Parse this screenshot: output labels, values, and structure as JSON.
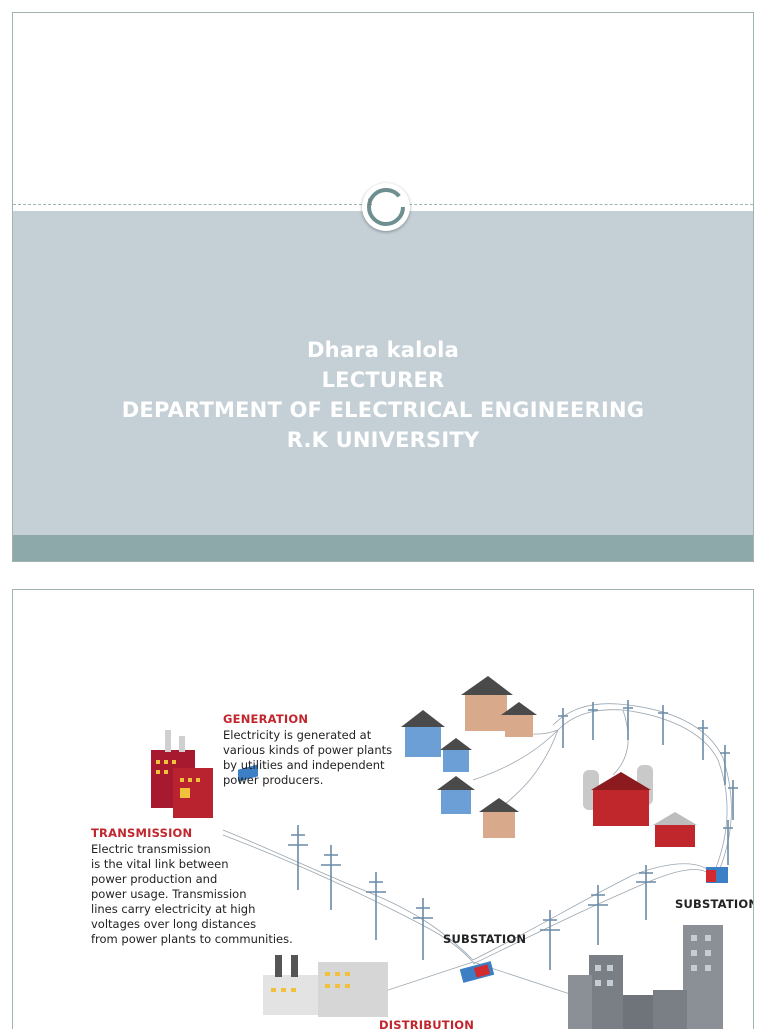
{
  "slide1": {
    "slide_number": "1",
    "lines": [
      "Dhara kalola",
      "LECTURER",
      "DEPARTMENT OF ELECTRICAL ENGINEERING",
      "R.K UNIVERSITY"
    ]
  },
  "slide2": {
    "generation": {
      "title": "GENERATION",
      "body": "Electricity is generated at\nvarious kinds of power plants\nby utilities and independent\npower producers."
    },
    "transmission": {
      "title": "TRANSMISSION",
      "body": "Electric transmission\nis the vital link between\npower production and\npower usage. Transmission\nlines carry electricity at high\nvoltages over long distances\nfrom power plants to communities."
    },
    "substation_right": "SUBSTATION",
    "substation_center": "SUBSTATION",
    "distribution": "DISTRIBUTION"
  },
  "colors": {
    "accent_red": "#c0272d",
    "band": "#c4d0d6",
    "footer": "#8ea9a9",
    "tower": "#6a8aa6"
  }
}
